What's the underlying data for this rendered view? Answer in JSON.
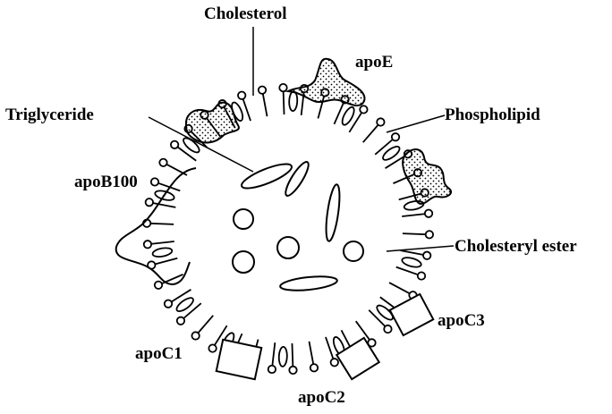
{
  "labels": {
    "cholesterol": "Cholesterol",
    "apoE": "apoE",
    "triglyceride": "Triglyceride",
    "phospholipid": "Phospholipid",
    "apoB100": "apoB100",
    "cholesteryl_ester": "Cholesteryl ester",
    "apoC1": "apoC1",
    "apoC2": "apoC2",
    "apoC3": "apoC3"
  },
  "colors": {
    "ink": "#000000",
    "background": "#ffffff"
  }
}
